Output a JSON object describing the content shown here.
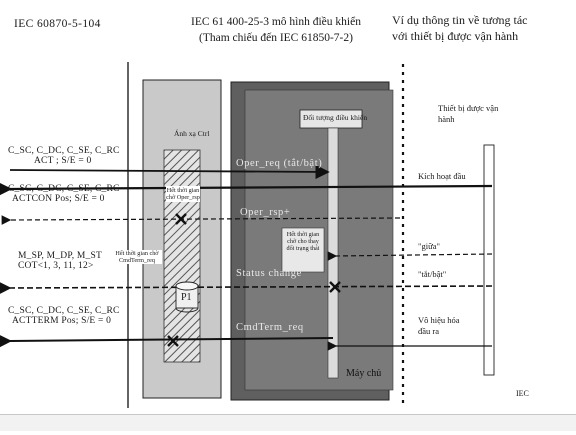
{
  "header": {
    "left": "IEC 60870-5-104",
    "middle_line1": "IEC 61 400-25-3  mô hình điều khiển",
    "middle_line2": "(Tham chiếu đến IEC  61850-7-2)",
    "right_line1": "Ví dụ thông tin về tương tác",
    "right_line2": "với thiết bị được vận hành"
  },
  "left_signals": [
    {
      "line1": "C_SC, C_DC, C_SE, C_RC",
      "line2": "ACT ; S/E = 0"
    },
    {
      "line1": "C_SC, C_DC, C_SE, C_RC",
      "line2": "ACTCON Pos; S/E = 0"
    },
    {
      "line1": "M_SP, M_DP, M_ST",
      "line2": "COT<1, 3, 11, 12>"
    },
    {
      "line1": "C_SC, C_DC, C_SE, C_RC",
      "line2": "ACTTERM Pos; S/E = 0"
    }
  ],
  "mapping": {
    "title": "Ánh xạ Ctrl",
    "timeout_oper_rsp": "Hết thời gian chờ Oper_rsp",
    "timeout_cmdterm": "Hết thời gian chờ CmdTerm_req",
    "p1": "P1"
  },
  "server": {
    "title": "Máy chủ",
    "object_label": "Đối tượng điều khiển",
    "wait_state": "Hết thời gian chờ cho thay đổi trạng thái",
    "oper_req": "Oper_req (tắt/bật)",
    "oper_rsp": "Oper_rsp+",
    "status_change": "Status change",
    "cmdterm_req": "CmdTerm_req"
  },
  "device": {
    "title_line1": "Thiết bị được vận",
    "title_line2": "hành",
    "activate": "Kích hoạt đầu",
    "between": "\"giữa\"",
    "off_on": "\"tắt/bật\"",
    "invalid_line1": "Vô hiệu hóa",
    "invalid_line2": "đầu ra"
  },
  "footer": {
    "iec": "IEC"
  },
  "colors": {
    "mapping_fill": "#c9c9c9",
    "server_fill": "#5f5f5f",
    "server_inner": "#7a7a7a",
    "column_fill": "#dcdcdc",
    "line": "#111111"
  }
}
